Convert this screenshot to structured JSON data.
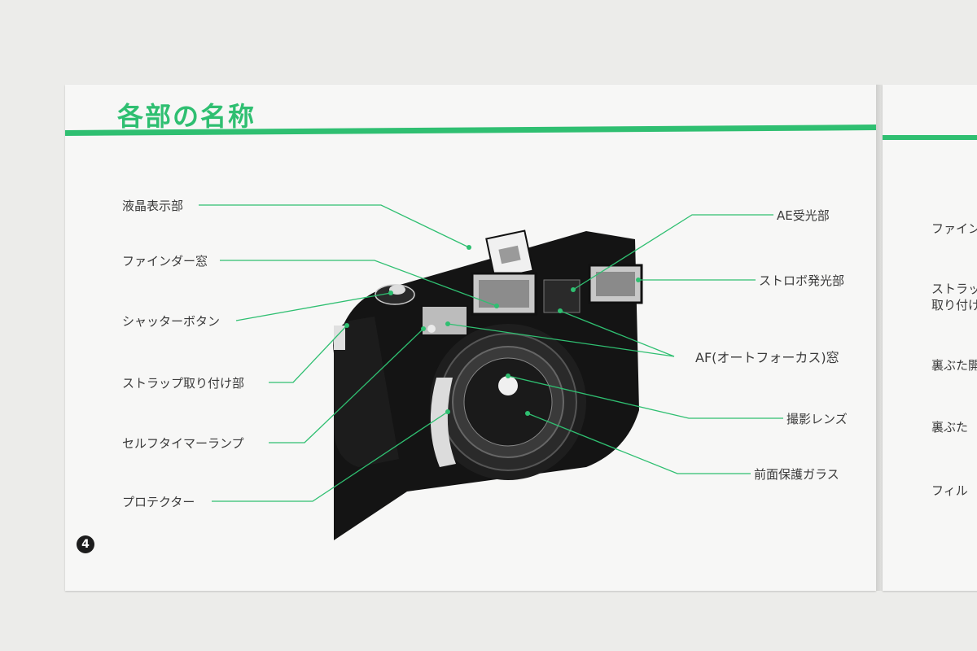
{
  "title": "各部の名称",
  "page_number": "4",
  "accent_color": "#2fbf71",
  "labels_left": [
    "液晶表示部",
    "ファインダー窓",
    "シャッターボタン",
    "ストラップ取り付け部",
    "セルフタイマーランプ",
    "プロテクター"
  ],
  "labels_right": [
    "AE受光部",
    "ストロボ発光部",
    "AF(オートフォーカス)窓",
    "撮影レンズ",
    "前面保護ガラス"
  ],
  "next_page_labels": [
    "ファイン",
    "ストラッ",
    "取り付け",
    "裏ぶた開",
    "裏ぶた",
    "フィル"
  ]
}
